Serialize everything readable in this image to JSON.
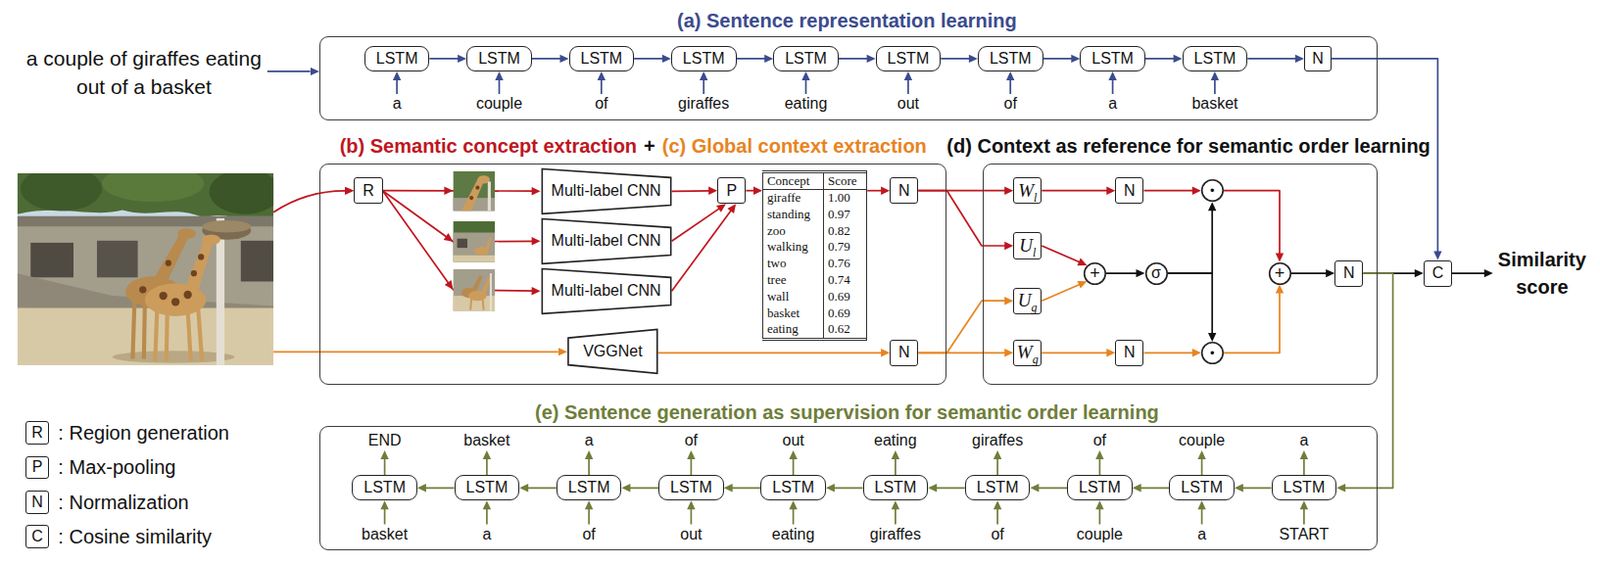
{
  "diagram": {
    "nodes": [
      {
        "text": [
          "(a) Sentence representation learning"
        ]
      },
      {
        "text": [
          "LSTM"
        ],
        "in": 0
      },
      {
        "text": [
          "LSTM"
        ],
        "in": 0
      },
      {
        "text": [
          "LSTM"
        ],
        "in": 0
      },
      {
        "text": [
          "LSTM"
        ],
        "in": 0
      },
      {
        "text": [
          "LSTM"
        ],
        "in": 0
      },
      {
        "text": [
          "LSTM"
        ],
        "in": 0
      },
      {
        "text": [
          "LSTM"
        ],
        "in": 0
      },
      {
        "text": [
          "LSTM"
        ],
        "in": 0
      },
      {
        "text": [
          "LSTM"
        ],
        "in": 0
      },
      {
        "text": [
          "N"
        ],
        "in": 0
      },
      {
        "text": [
          "(b) Semantic concept extraction",
          "+",
          "(c) Global context extraction"
        ]
      },
      {
        "text": [
          "R"
        ],
        "in": 11
      },
      {
        "text": [
          "Multi-label CNN"
        ],
        "in": 11
      },
      {
        "text": [
          "Multi-label CNN"
        ],
        "in": 11
      },
      {
        "text": [
          "Multi-label CNN"
        ],
        "in": 11
      },
      {
        "text": [
          "P"
        ],
        "in": 11
      },
      {
        "text": [
          "Concept",
          "Score",
          "giraffe",
          "1.00",
          "standing",
          "0.97",
          "zoo",
          "0.82",
          "walking",
          "0.79",
          "two",
          "0.76",
          "tree",
          "0.74",
          "wall",
          "0.69",
          "basket",
          "0.69",
          "eating",
          "0.62"
        ],
        "in": 11
      },
      {
        "text": [
          "N"
        ],
        "in": 11
      },
      {
        "text": [
          "VGGNet"
        ],
        "in": 11
      },
      {
        "text": [
          "N"
        ],
        "in": 11
      },
      {
        "text": [
          "(d) Context as reference for semantic order learning"
        ]
      },
      {
        "text": [
          "W",
          "l"
        ],
        "in": 21
      },
      {
        "text": [
          "U",
          "l"
        ],
        "in": 21
      },
      {
        "text": [
          "U",
          "g"
        ],
        "in": 21
      },
      {
        "text": [
          "W",
          "g"
        ],
        "in": 21
      },
      {
        "text": [
          "N"
        ],
        "in": 21
      },
      {
        "text": [
          "N"
        ],
        "in": 21
      },
      {
        "text": [
          "+"
        ],
        "in": 21
      },
      {
        "text": [
          "σ"
        ],
        "in": 21
      },
      {
        "text": [
          "•"
        ],
        "in": 21
      },
      {
        "text": [
          "•"
        ],
        "in": 21
      },
      {
        "text": [
          "+"
        ],
        "in": 21
      },
      {
        "text": [
          "N"
        ],
        "in": 21
      },
      {
        "text": [
          "C"
        ]
      },
      {
        "text": [
          "(e) Sentence generation as supervision for semantic order learning"
        ]
      },
      {
        "text": [
          "LSTM"
        ],
        "in": 35
      },
      {
        "text": [
          "LSTM"
        ],
        "in": 35
      },
      {
        "text": [
          "LSTM"
        ],
        "in": 35
      },
      {
        "text": [
          "LSTM"
        ],
        "in": 35
      },
      {
        "text": [
          "LSTM"
        ],
        "in": 35
      },
      {
        "text": [
          "LSTM"
        ],
        "in": 35
      },
      {
        "text": [
          "LSTM"
        ],
        "in": 35
      },
      {
        "text": [
          "LSTM"
        ],
        "in": 35
      },
      {
        "text": [
          "LSTM"
        ],
        "in": 35
      },
      {
        "text": [
          "LSTM"
        ],
        "in": 35
      },
      {
        "text": [
          "R"
        ]
      },
      {
        "text": [
          "P"
        ]
      },
      {
        "text": [
          "N"
        ]
      },
      {
        "text": [
          "C"
        ]
      }
    ],
    "edges": [
      {
        "from": 1,
        "to": 2,
        "arrow": "to"
      },
      {
        "from": 2,
        "to": 3,
        "arrow": "to"
      },
      {
        "from": 3,
        "to": 4,
        "arrow": "to"
      },
      {
        "from": 4,
        "to": 5,
        "arrow": "to"
      },
      {
        "from": 5,
        "to": 6,
        "arrow": "to"
      },
      {
        "from": 6,
        "to": 7,
        "arrow": "to"
      },
      {
        "from": 7,
        "to": 8,
        "arrow": "to"
      },
      {
        "from": 8,
        "to": 9,
        "arrow": "to"
      },
      {
        "from": 9,
        "to": 10,
        "arrow": "to"
      },
      {
        "from": 10,
        "to": 34,
        "arrow": "to"
      },
      {
        "from": 12,
        "to": 13,
        "arrow": "to"
      },
      {
        "from": 12,
        "to": 14,
        "arrow": "to"
      },
      {
        "from": 12,
        "to": 15,
        "arrow": "to"
      },
      {
        "from": 13,
        "to": 16,
        "arrow": "to"
      },
      {
        "from": 14,
        "to": 16,
        "arrow": "to"
      },
      {
        "from": 15,
        "to": 16,
        "arrow": "to"
      },
      {
        "from": 16,
        "to": 17,
        "arrow": "to"
      },
      {
        "from": 17,
        "to": 18,
        "arrow": "to"
      },
      {
        "from": 19,
        "to": 20,
        "arrow": "to"
      },
      {
        "from": 18,
        "to": 22,
        "arrow": "to"
      },
      {
        "from": 18,
        "to": 23,
        "arrow": "to"
      },
      {
        "from": 20,
        "to": 24,
        "arrow": "to"
      },
      {
        "from": 20,
        "to": 25,
        "arrow": "to"
      },
      {
        "from": 22,
        "to": 26,
        "arrow": "to"
      },
      {
        "from": 25,
        "to": 27,
        "arrow": "to"
      },
      {
        "from": 23,
        "to": 28,
        "arrow": "to"
      },
      {
        "from": 24,
        "to": 28,
        "arrow": "to"
      },
      {
        "from": 28,
        "to": 29,
        "arrow": "to"
      },
      {
        "from": 29,
        "to": 30,
        "arrow": "to"
      },
      {
        "from": 29,
        "to": 31,
        "arrow": "to"
      },
      {
        "from": 26,
        "to": 30,
        "arrow": "to"
      },
      {
        "from": 27,
        "to": 31,
        "arrow": "to"
      },
      {
        "from": 30,
        "to": 32,
        "arrow": "to"
      },
      {
        "from": 31,
        "to": 32,
        "arrow": "to"
      },
      {
        "from": 32,
        "to": 33,
        "arrow": "to"
      },
      {
        "from": 33,
        "to": 34,
        "arrow": "to"
      },
      {
        "from": 33,
        "to": 45,
        "arrow": "to"
      },
      {
        "from": 45,
        "to": 44,
        "arrow": "to"
      },
      {
        "from": 44,
        "to": 43,
        "arrow": "to"
      },
      {
        "from": 43,
        "to": 42,
        "arrow": "to"
      },
      {
        "from": 42,
        "to": 41,
        "arrow": "to"
      },
      {
        "from": 41,
        "to": 40,
        "arrow": "to"
      },
      {
        "from": 40,
        "to": 39,
        "arrow": "to"
      },
      {
        "from": 39,
        "to": 38,
        "arrow": "to"
      },
      {
        "from": 38,
        "to": 37,
        "arrow": "to"
      },
      {
        "from": 37,
        "to": 36,
        "arrow": "to"
      }
    ],
    "labels": [
      "a couple of giraffes eating out of a basket",
      "a",
      "couple",
      "of",
      "giraffes",
      "eating",
      "out",
      "of",
      "a",
      "basket",
      "Similarity score",
      "END",
      "basket",
      "a",
      "of",
      "out",
      "eating",
      "giraffes",
      "of",
      "couple",
      "a",
      "basket",
      "a",
      "of",
      "out",
      "eating",
      "giraffes",
      "of",
      "couple",
      "a",
      "START"
    ],
    "legend": [
      {
        "text": ": Region generation"
      },
      {
        "text": ": Max-pooling"
      },
      {
        "text": ": Normalization"
      },
      {
        "text": ": Cosine similarity"
      }
    ]
  }
}
